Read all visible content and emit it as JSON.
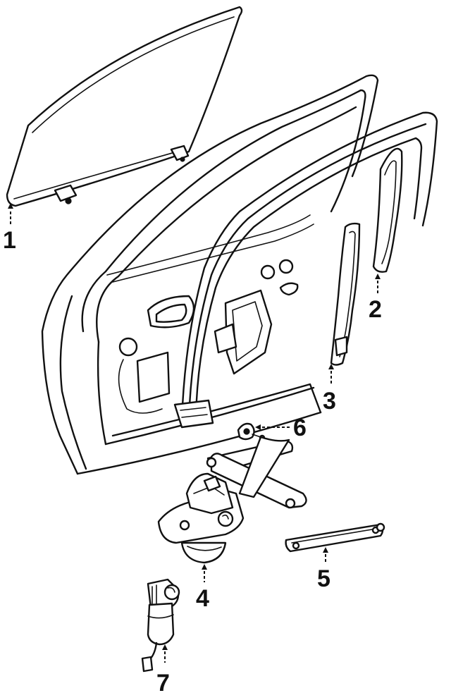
{
  "diagram": {
    "callouts": [
      {
        "id": "1",
        "label": "1",
        "part": "door-glass"
      },
      {
        "id": "2",
        "label": "2",
        "part": "rear-run-channel"
      },
      {
        "id": "3",
        "label": "3",
        "part": "glass-channel"
      },
      {
        "id": "4",
        "label": "4",
        "part": "window-regulator"
      },
      {
        "id": "5",
        "label": "5",
        "part": "sash-channel"
      },
      {
        "id": "6",
        "label": "6",
        "part": "retainer-clip"
      },
      {
        "id": "7",
        "label": "7",
        "part": "regulator-motor"
      }
    ]
  }
}
